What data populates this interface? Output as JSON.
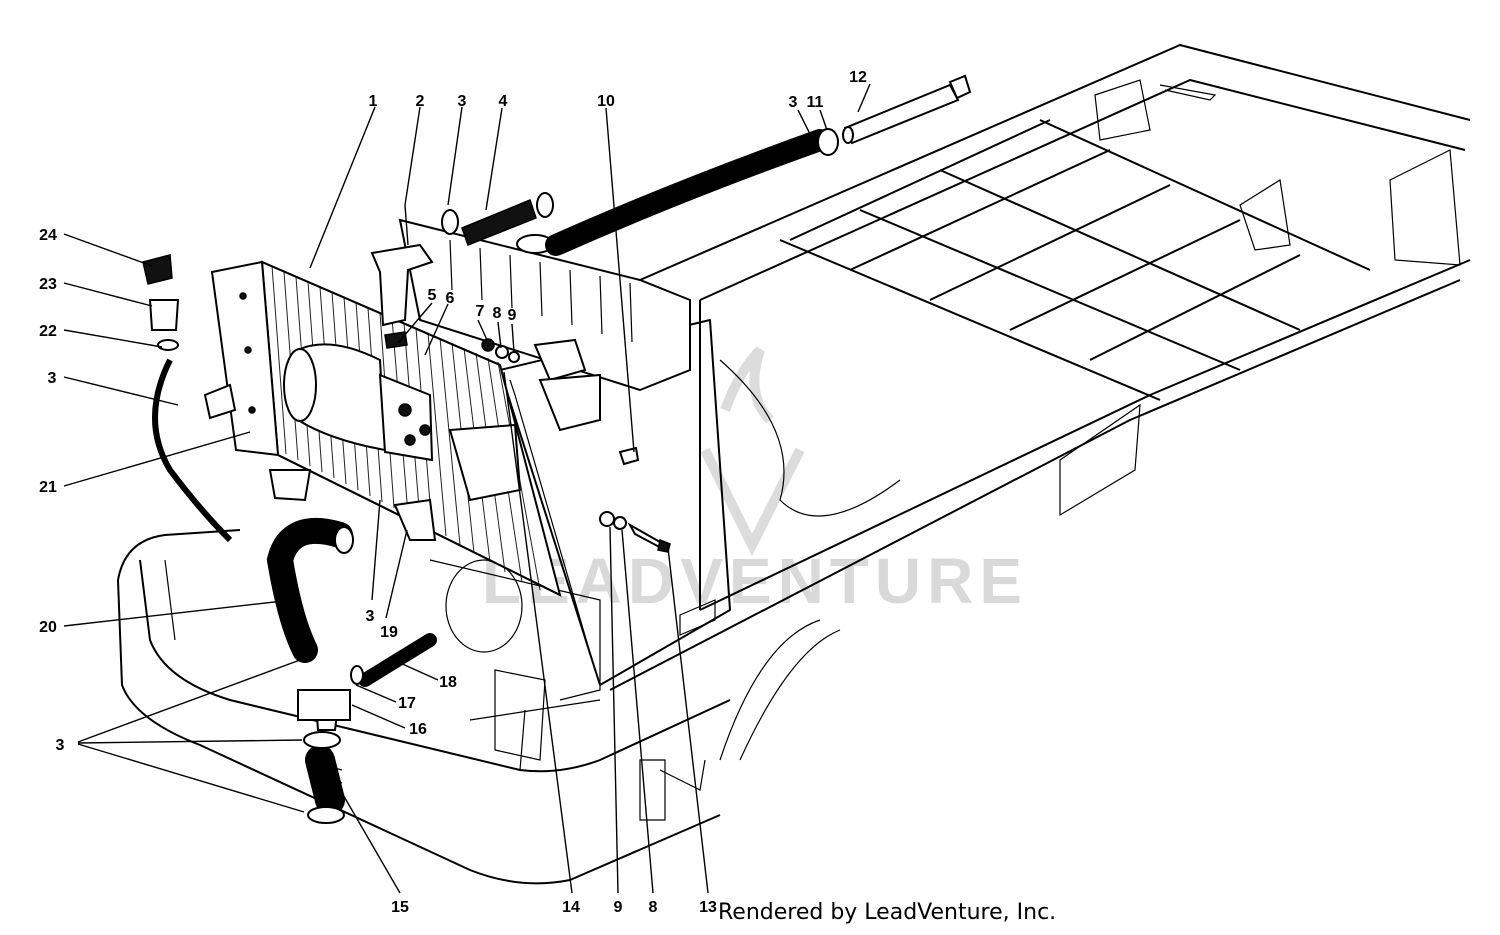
{
  "credit": "Rendered by LeadVenture, Inc.",
  "watermark": "LEADVENTURE",
  "callouts": {
    "c1": "1",
    "c2": "2",
    "c3a": "3",
    "c4": "4",
    "c5": "5",
    "c6": "6",
    "c7": "7",
    "c8a": "8",
    "c9a": "9",
    "c10": "10",
    "c3b": "3",
    "c11": "11",
    "c12": "12",
    "c24": "24",
    "c23": "23",
    "c22": "22",
    "c3c": "3",
    "c21": "21",
    "c20": "20",
    "c3d": "3",
    "c19": "19",
    "c18": "18",
    "c17": "17",
    "c16": "16",
    "c3e": "3",
    "c15": "15",
    "c14": "14",
    "c9b": "9",
    "c8b": "8",
    "c13": "13"
  }
}
